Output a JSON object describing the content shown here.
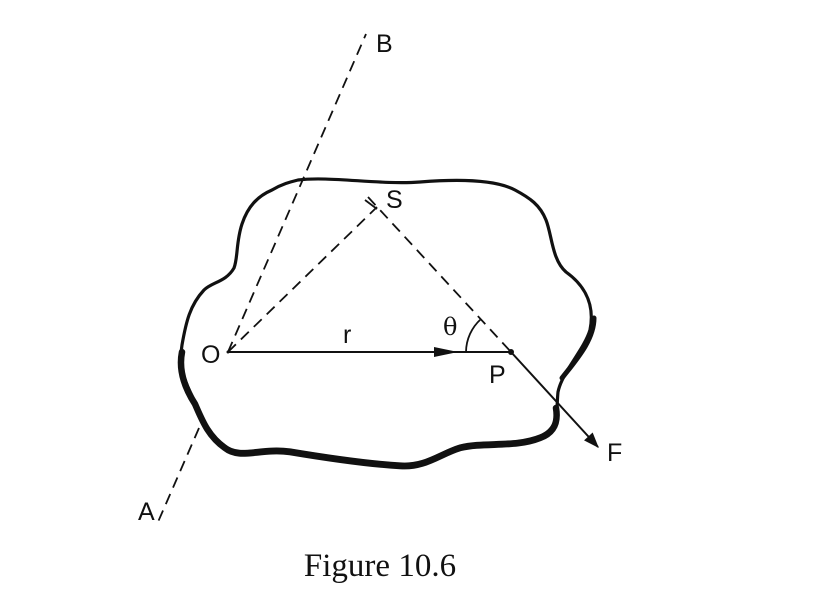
{
  "diagram": {
    "labels": {
      "A": "A",
      "B": "B",
      "O": "O",
      "S": "S",
      "P": "P",
      "F": "F",
      "r": "r",
      "theta": "θ"
    }
  },
  "caption": "Figure 10.6"
}
